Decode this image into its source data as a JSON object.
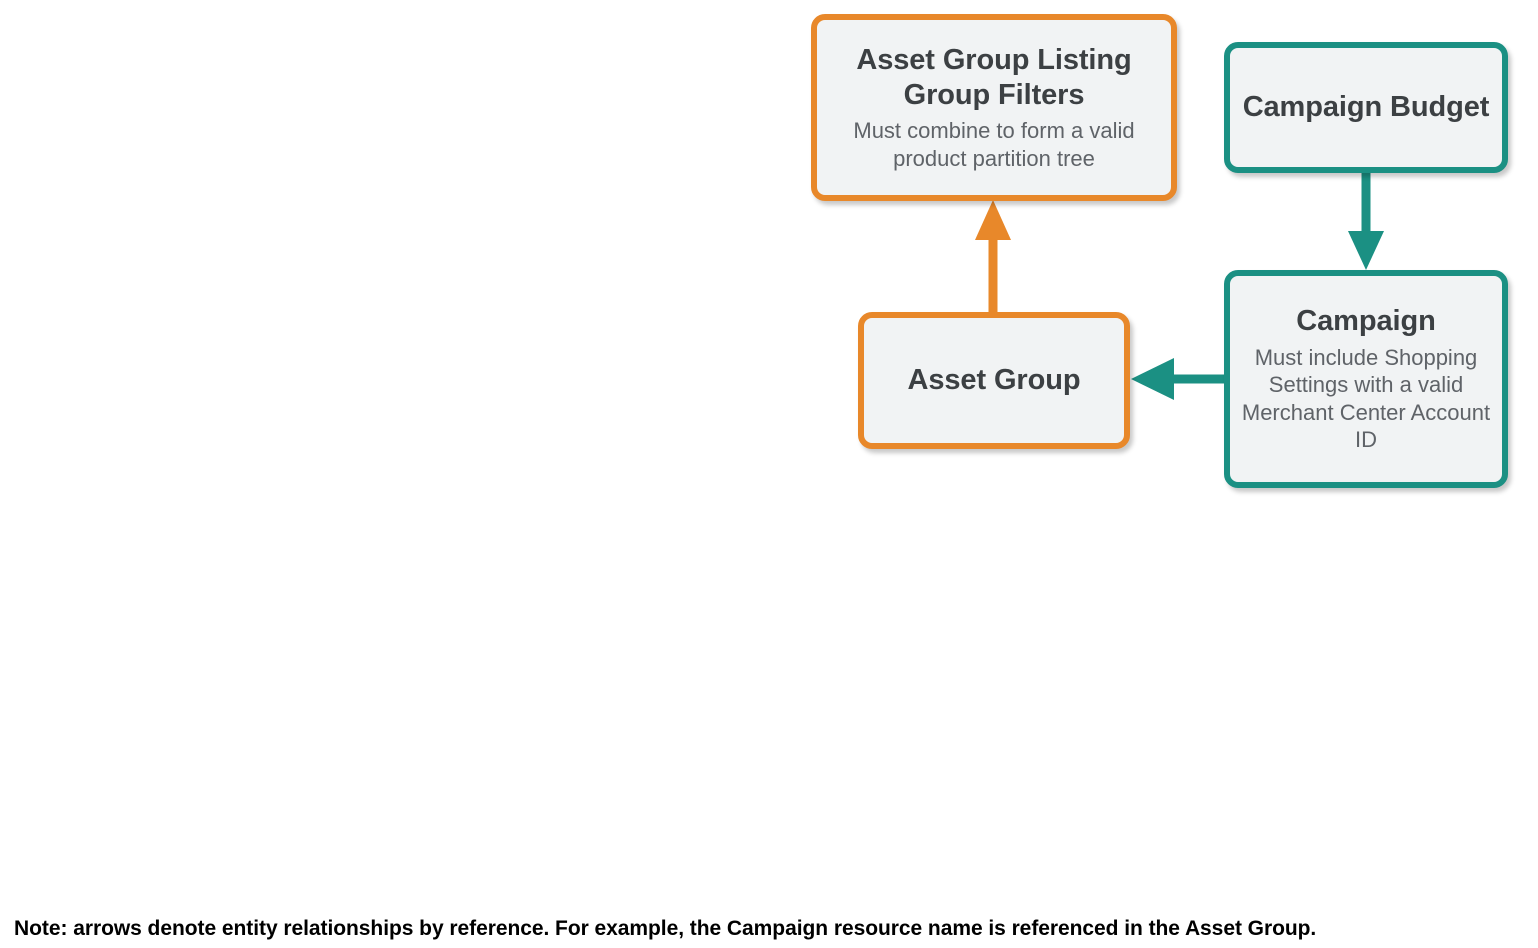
{
  "diagram": {
    "colors": {
      "orange": "#e8882a",
      "teal": "#1b9083",
      "box_fill": "#f1f3f4",
      "title_text": "#3c4043",
      "desc_text": "#5f6368",
      "background": "#ffffff"
    },
    "nodes": [
      {
        "id": "asset-group-listing-group-filters",
        "title": "Asset Group Listing Group Filters",
        "description": "Must combine to form a valid product partition tree",
        "color": "orange"
      },
      {
        "id": "campaign-budget",
        "title": "Campaign Budget",
        "description": "",
        "color": "teal"
      },
      {
        "id": "asset-group",
        "title": "Asset Group",
        "description": "",
        "color": "orange"
      },
      {
        "id": "campaign",
        "title": "Campaign",
        "description": "Must include Shopping Settings with a valid Merchant Center Account ID",
        "color": "teal"
      }
    ],
    "edges": [
      {
        "id": "asset-group-to-listing-group-filters",
        "from": "asset-group",
        "to": "asset-group-listing-group-filters",
        "direction": "up",
        "color": "orange"
      },
      {
        "id": "campaign-budget-to-campaign",
        "from": "campaign-budget",
        "to": "campaign",
        "direction": "down",
        "color": "teal"
      },
      {
        "id": "campaign-to-asset-group",
        "from": "campaign",
        "to": "asset-group",
        "direction": "left",
        "color": "teal"
      }
    ],
    "footnote": "Note: arrows denote entity relationships by reference. For example, the Campaign resource name is referenced in the Asset Group."
  }
}
